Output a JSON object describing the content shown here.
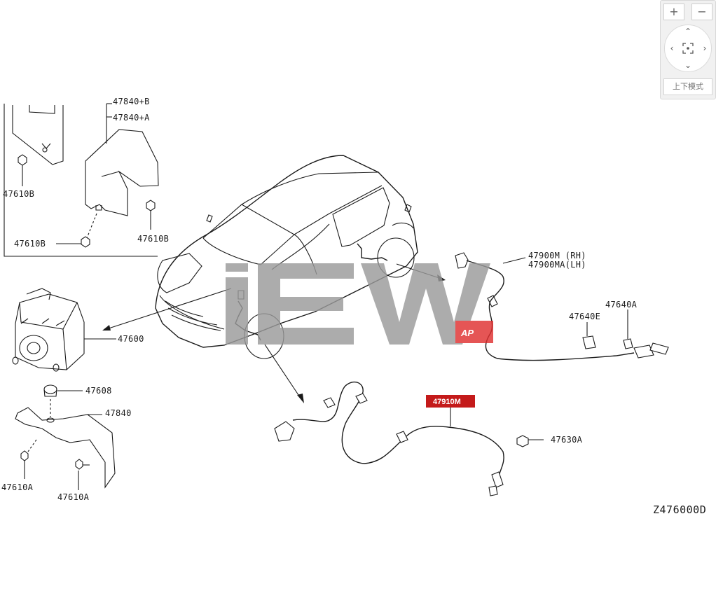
{
  "diagram": {
    "code": "Z476000D",
    "highlight_color": "#c41a1a",
    "watermark_color": "#9a9a9a",
    "watermark_accent": "#e03030",
    "watermark_text": "AP",
    "labels": {
      "p47840b": "47840+B",
      "p47840a": "47840+A",
      "p47610b_1": "47610B",
      "p47610b_2": "47610B",
      "p47610b_3": "47610B",
      "p47600": "47600",
      "p47608": "47608",
      "p47840": "47840",
      "p47610a_1": "47610A",
      "p47610a_2": "47610A",
      "p47900m": "47900M (RH)",
      "p47900ma": "47900MA(LH)",
      "p47640a": "47640A",
      "p47640e": "47640E",
      "p47910m": "47910M",
      "p47630a": "47630A"
    }
  },
  "zoom_widget": {
    "zoom_in": "+",
    "zoom_out": "−",
    "up": "⌃",
    "down": "⌄",
    "left": "‹",
    "right": "›",
    "mode_label": "上下模式",
    "icons": [
      "plus-icon",
      "minus-icon",
      "chevron-up-icon",
      "chevron-down-icon",
      "chevron-left-icon",
      "chevron-right-icon",
      "recenter-icon"
    ]
  }
}
